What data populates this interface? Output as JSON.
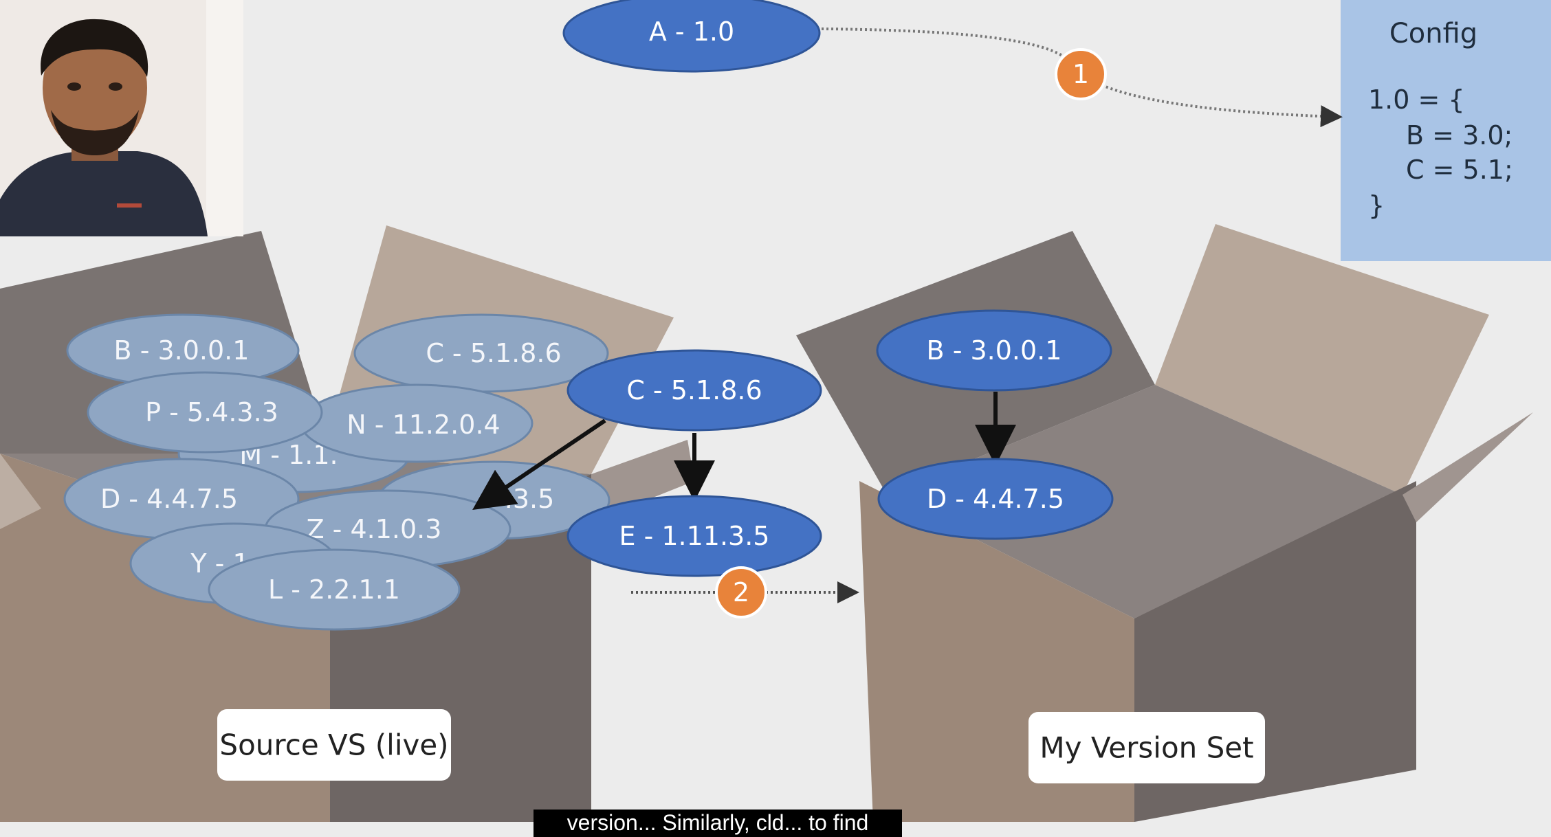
{
  "config_box": {
    "title": "Config",
    "lines": [
      "1.0 = {",
      "B = 3.0;",
      "C = 5.1;",
      "}"
    ]
  },
  "top_node": "A - 1.0",
  "steps": [
    "1",
    "2"
  ],
  "source_box": {
    "label": "Source VS (live)",
    "packages": [
      "B - 3.0.0.1",
      "C - 5.1.8.6",
      "P - 5.4.3.3",
      "N - 11.2.0.4",
      "M - 1.1.",
      "D - 4.4.7.5",
      ".3.5",
      "Z - 4.1.0.3",
      "Y - 1",
      "L - 2.2.1.1"
    ]
  },
  "middle_nodes": [
    "C - 5.1.8.6",
    "E - 1.11.3.5"
  ],
  "target_box": {
    "label": "My Version Set",
    "packages": [
      "B - 3.0.0.1",
      "D - 4.4.7.5"
    ]
  },
  "subtitle": "version... Similarly, cld... to find",
  "colors": {
    "active_node": "#4472c4",
    "faded_node": "#8fa6c3",
    "step_badge": "#e8833a",
    "config_bg": "#a9c4e6"
  }
}
